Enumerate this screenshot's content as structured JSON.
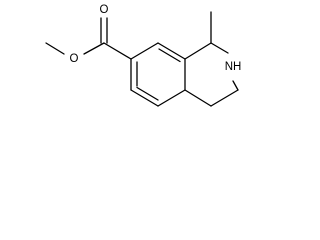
{
  "molecule": {
    "atoms": {
      "carbonyl_oxygen": "O",
      "ester_oxygen": "O",
      "amine": "NH"
    }
  }
}
